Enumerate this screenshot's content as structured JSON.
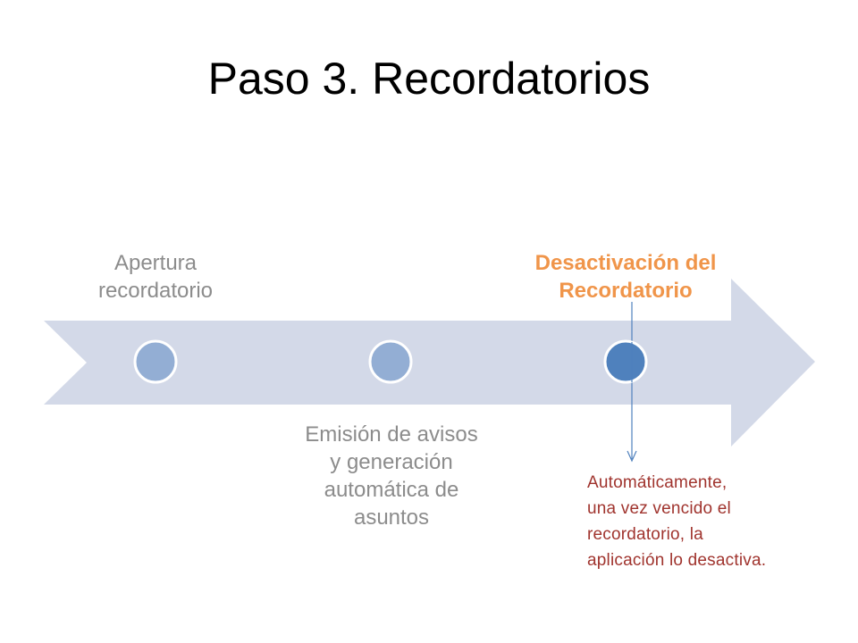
{
  "title": "Paso 3. Recordatorios",
  "steps": [
    {
      "lines": [
        "Apertura",
        "recordatorio"
      ],
      "state": "normal"
    },
    {
      "lines": [
        "Emisión de avisos",
        "y generación",
        "automática de",
        "asuntos"
      ],
      "state": "normal"
    },
    {
      "lines": [
        "Desactivación del",
        "Recordatorio"
      ],
      "state": "highlight"
    }
  ],
  "note": {
    "lines": [
      "Automáticamente,",
      "una vez vencido el",
      "recordatorio, la",
      "aplicación lo desactiva."
    ]
  },
  "colors": {
    "arrow_fill": "#d3d9e8",
    "node_fill": "#93aed4",
    "node_active_fill": "#4f81bd",
    "node_stroke": "#ffffff",
    "step_text": "#8c8c8c",
    "step_highlight_text": "#f0954a",
    "note_text": "#a0342e",
    "connector": "#4f81bd"
  }
}
